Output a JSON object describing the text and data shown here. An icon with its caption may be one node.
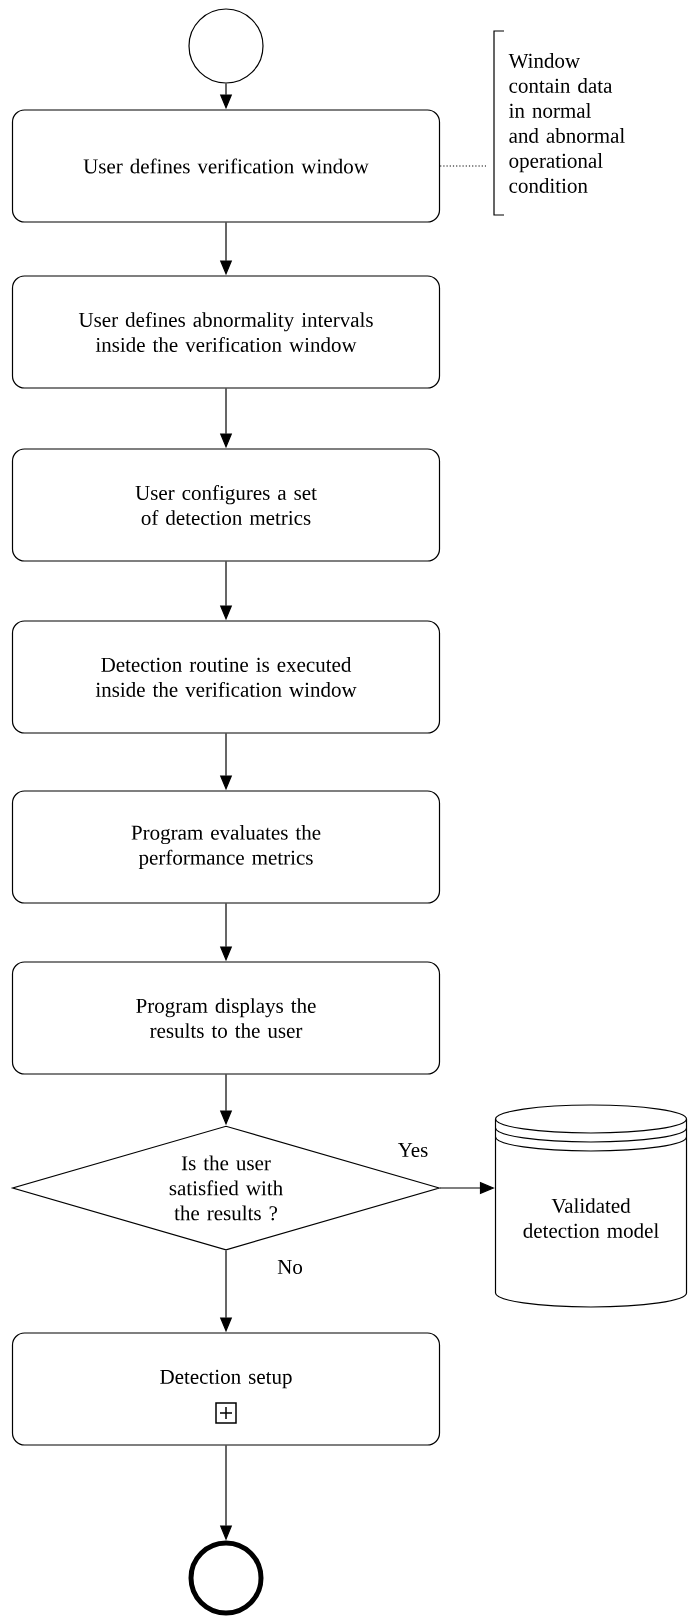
{
  "diagram": {
    "nodes": [
      {
        "text": [],
        "shape": "circle"
      },
      {
        "text": [
          "User defines verification window"
        ]
      },
      {
        "text": [
          "User defines abnormality intervals inside the verification window"
        ]
      },
      {
        "text": [
          "User configures a set of detection metrics"
        ]
      },
      {
        "text": [
          "Detection routine is executed inside the verification window"
        ]
      },
      {
        "text": [
          "Program evaluates the performance metrics"
        ]
      },
      {
        "text": [
          "Program displays the results to the user"
        ]
      },
      {
        "text": [
          "Is the user satisfied with the results ?"
        ]
      },
      {
        "text": [
          "Validated detection model"
        ]
      },
      {
        "text": [
          "Detection setup"
        ]
      },
      {
        "text": [],
        "shape": "circle"
      },
      {
        "text": [
          "Window contain data in normal and abnormal operational condition"
        ]
      }
    ],
    "edges": [
      {
        "from": 0,
        "to": 1,
        "arrow": "to"
      },
      {
        "from": 1,
        "to": 2,
        "arrow": "to"
      },
      {
        "from": 2,
        "to": 3,
        "arrow": "to"
      },
      {
        "from": 3,
        "to": 4,
        "arrow": "to"
      },
      {
        "from": 4,
        "to": 5,
        "arrow": "to"
      },
      {
        "from": 5,
        "to": 6,
        "arrow": "to"
      },
      {
        "from": 6,
        "to": 7,
        "arrow": "to"
      },
      {
        "from": 7,
        "to": 8,
        "label": "Yes",
        "arrow": "to"
      },
      {
        "from": 7,
        "to": 9,
        "label": "No",
        "arrow": "to"
      },
      {
        "from": 9,
        "to": 10,
        "arrow": "to"
      },
      {
        "from": 1,
        "to": 11,
        "arrow": "none",
        "style": "dashed"
      }
    ]
  }
}
